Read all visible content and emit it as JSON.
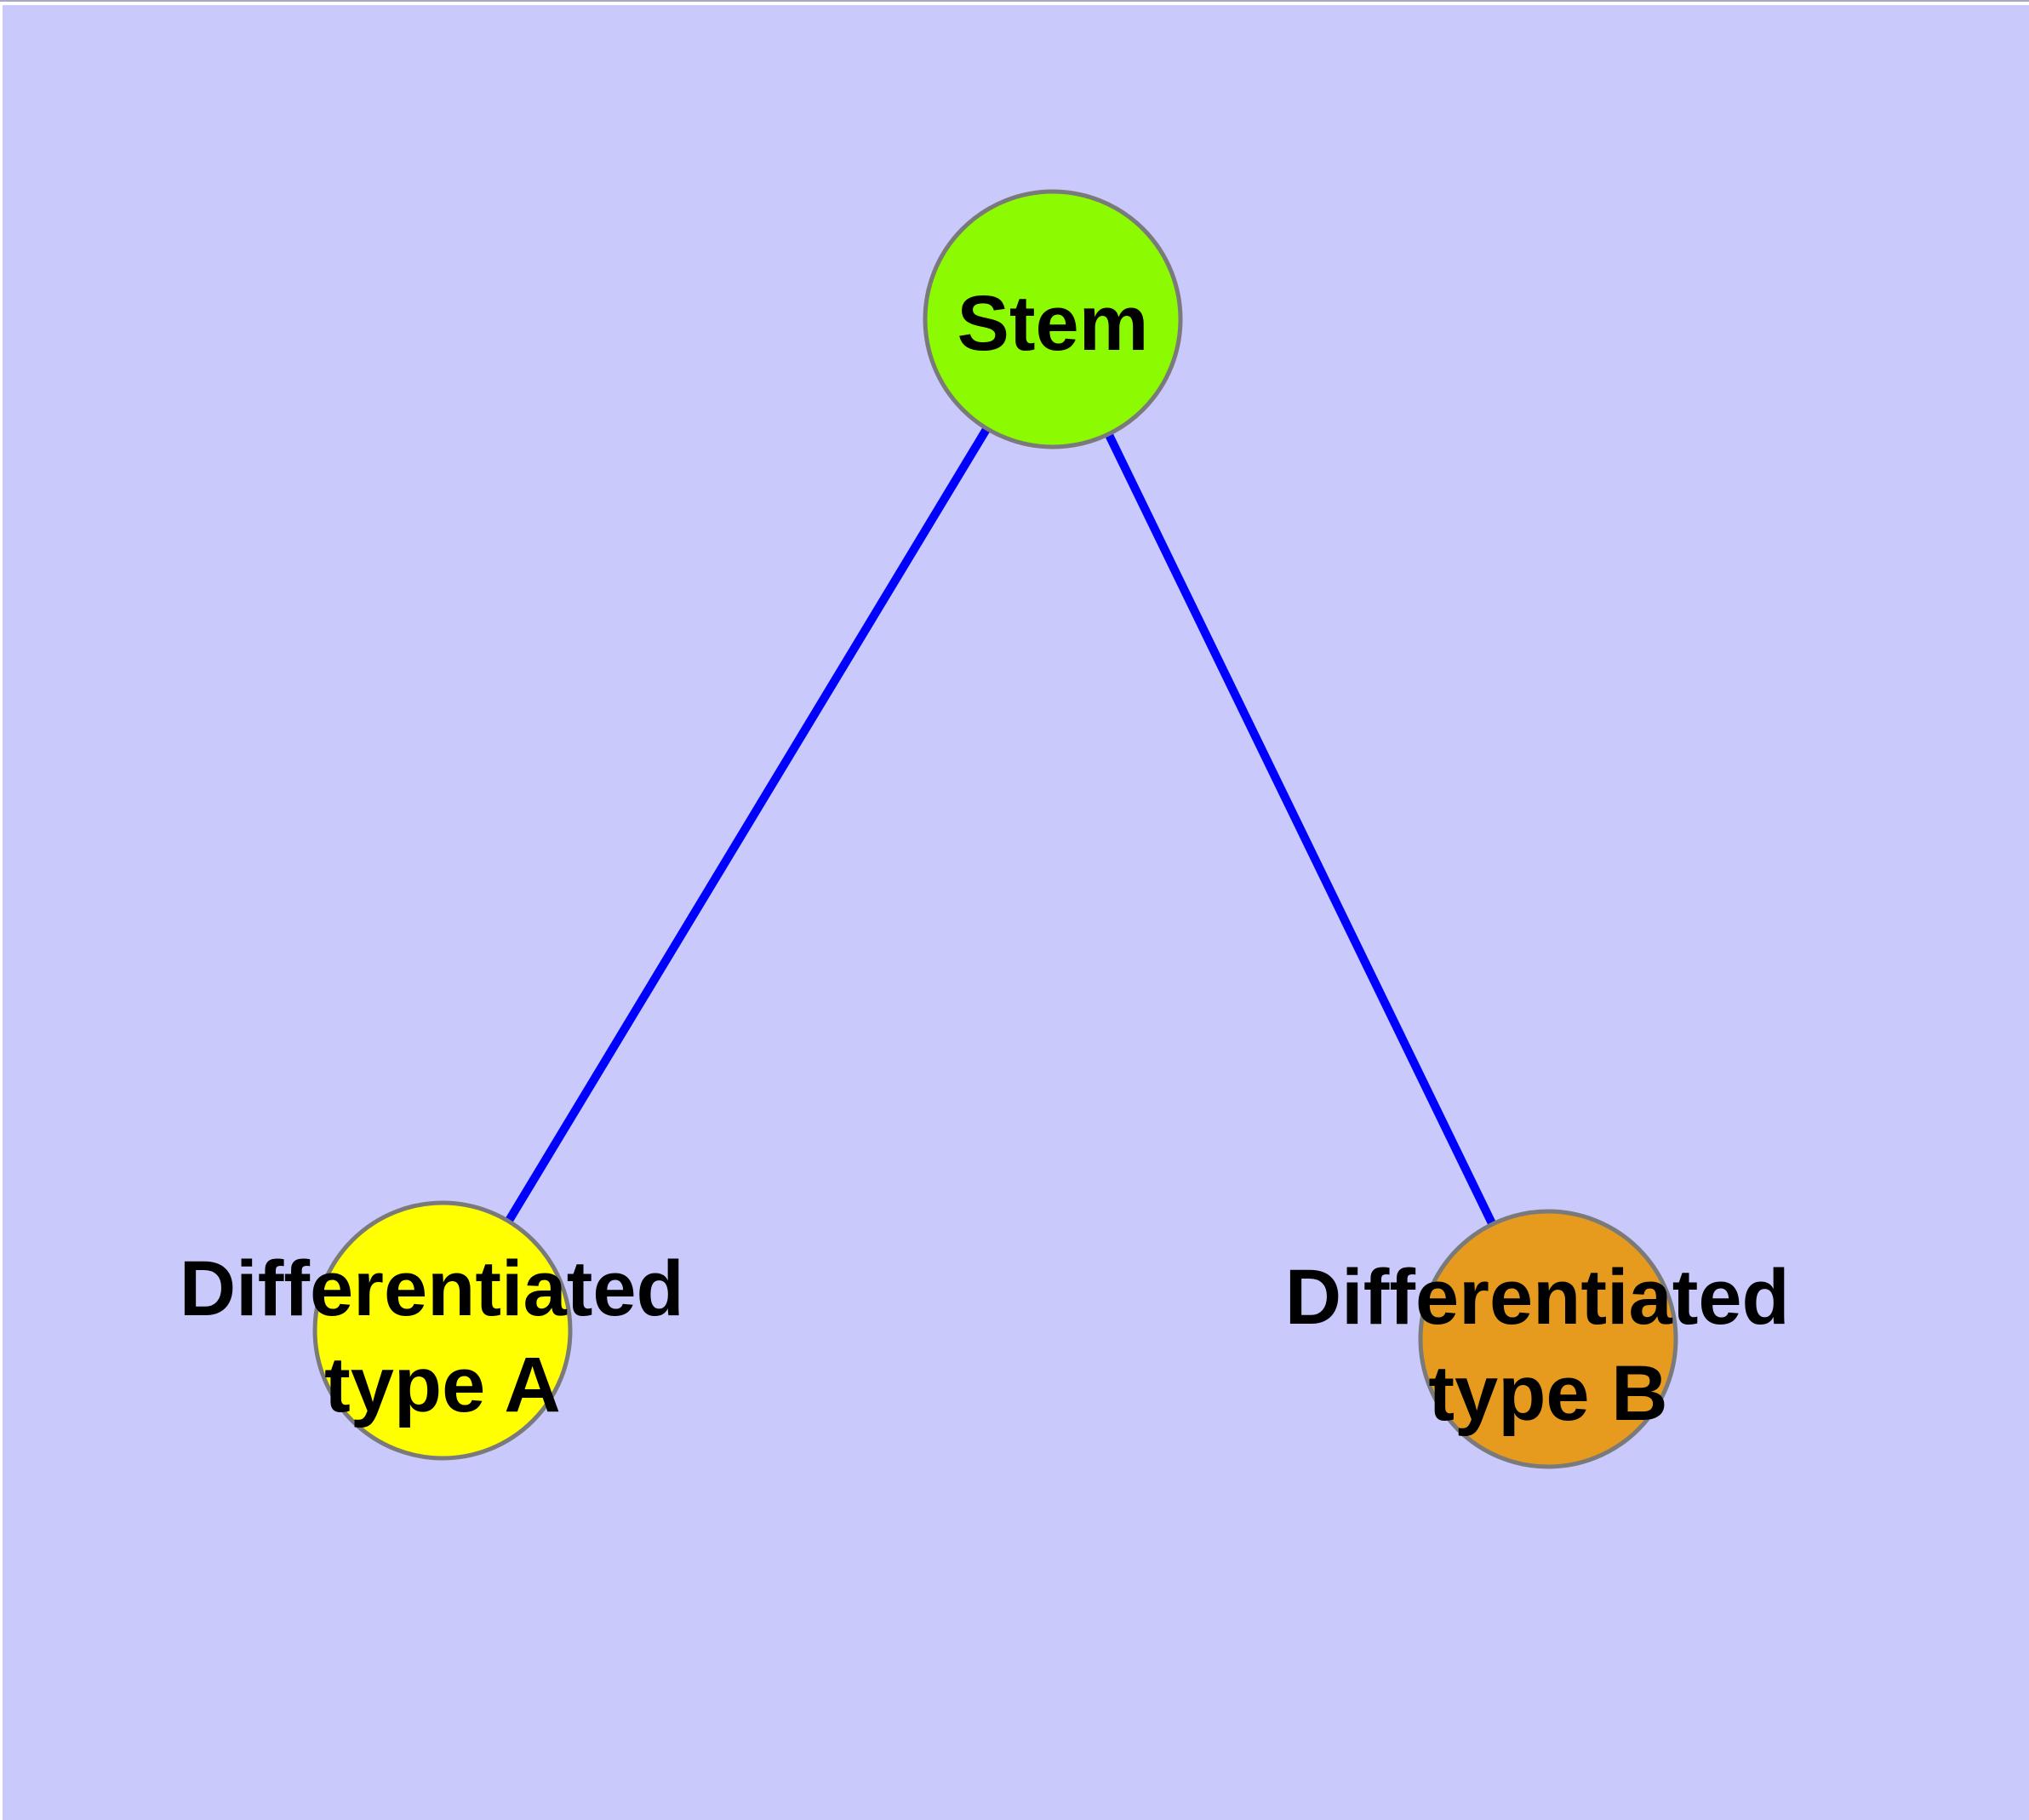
{
  "diagram": {
    "background_color": "#C9C9FB",
    "top_frame_line_color": "#A8A8BE",
    "edge_color": "#0000FF",
    "node_border_color": "#7A7A7A",
    "label_color": "#000000",
    "nodes": [
      {
        "id": "stem",
        "label": "Stem",
        "lines": [
          "Stem"
        ],
        "color": "#8CFA00"
      },
      {
        "id": "differentiated-type-a",
        "label": "Differentiated type A",
        "lines": [
          "Differentiated",
          "type A"
        ],
        "color": "#FFFF00"
      },
      {
        "id": "differentiated-type-b",
        "label": "Differentiated type B",
        "lines": [
          "Differentiated",
          "type B"
        ],
        "color": "#E69B1E"
      }
    ],
    "edges": [
      {
        "from": "stem",
        "to": "differentiated-type-a"
      },
      {
        "from": "stem",
        "to": "differentiated-type-b"
      }
    ]
  }
}
